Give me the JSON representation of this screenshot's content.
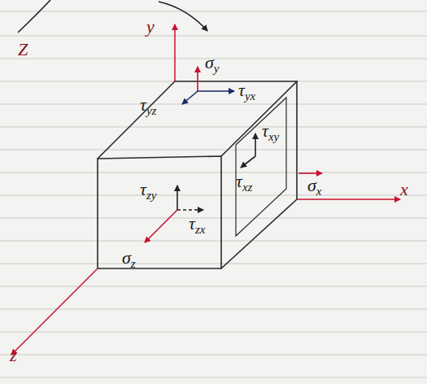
{
  "diagram": {
    "labels": [
      "Z",
      "y",
      "σy",
      "τyz",
      "τyx",
      "τxy",
      "τzy",
      "σx",
      "τxz",
      "x",
      "τzx",
      "σz",
      "z"
    ]
  }
}
